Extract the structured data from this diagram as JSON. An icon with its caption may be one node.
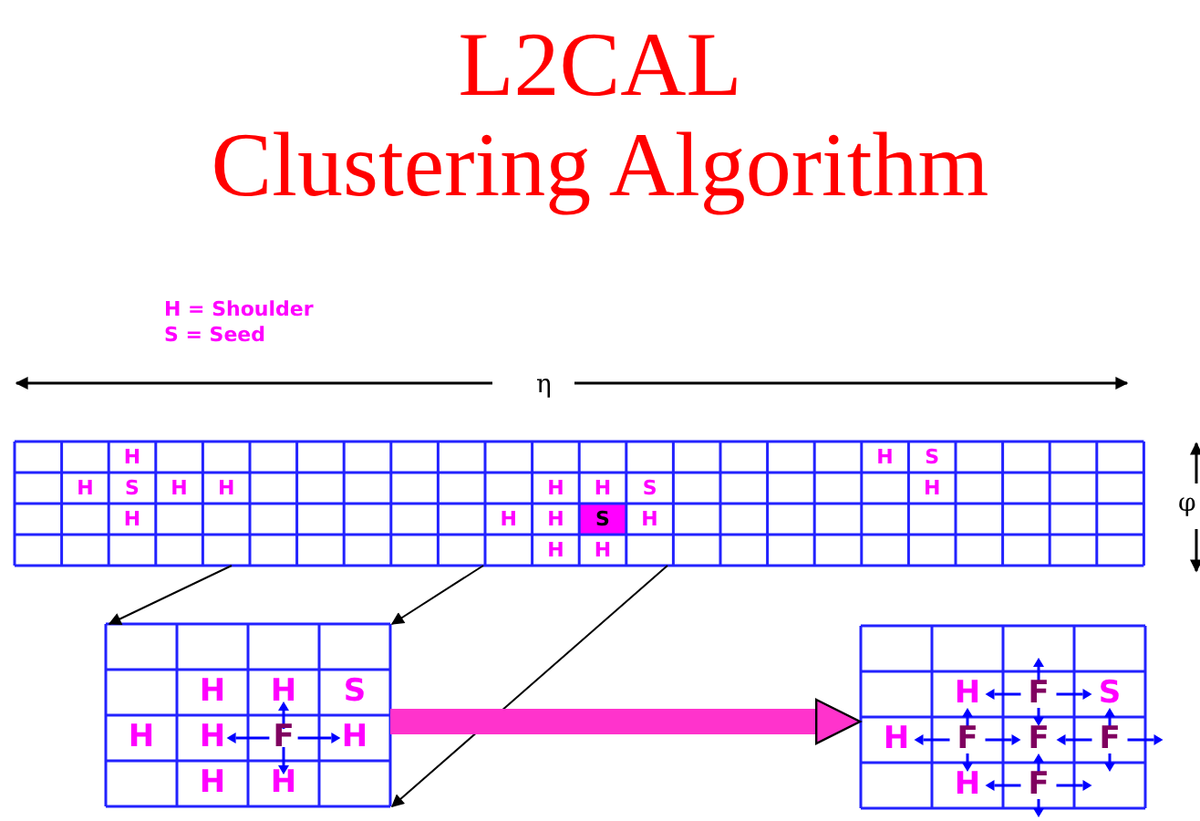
{
  "diagram": {
    "title": "L2CAL Clustering Algorithm",
    "nodes": [
      {
        "text": [
          "H",
          "H",
          "S",
          "H",
          "S",
          "H",
          "H",
          "H",
          "H",
          "S",
          "H",
          "H",
          "H",
          "H",
          "S",
          "H",
          "H",
          "H"
        ]
      },
      {
        "text": [
          "H",
          "H",
          "S",
          "H",
          "H",
          "F",
          "H",
          "H",
          "H"
        ]
      },
      {
        "text": [
          "H",
          "F",
          "S",
          "H",
          "F",
          "F",
          "F",
          "H",
          "F"
        ]
      }
    ],
    "edges": [
      {
        "from": 0,
        "to": 1,
        "arrow": "to"
      },
      {
        "from": 0,
        "to": 1,
        "arrow": "to"
      },
      {
        "from": 0,
        "to": 1,
        "arrow": "to"
      },
      {
        "from": 1,
        "to": 2,
        "arrow": "to",
        "style": "thick",
        "color": "#ff33cc"
      }
    ],
    "labels": [
      "H = Shoulder",
      "S = Seed",
      "η",
      "φ"
    ]
  }
}
